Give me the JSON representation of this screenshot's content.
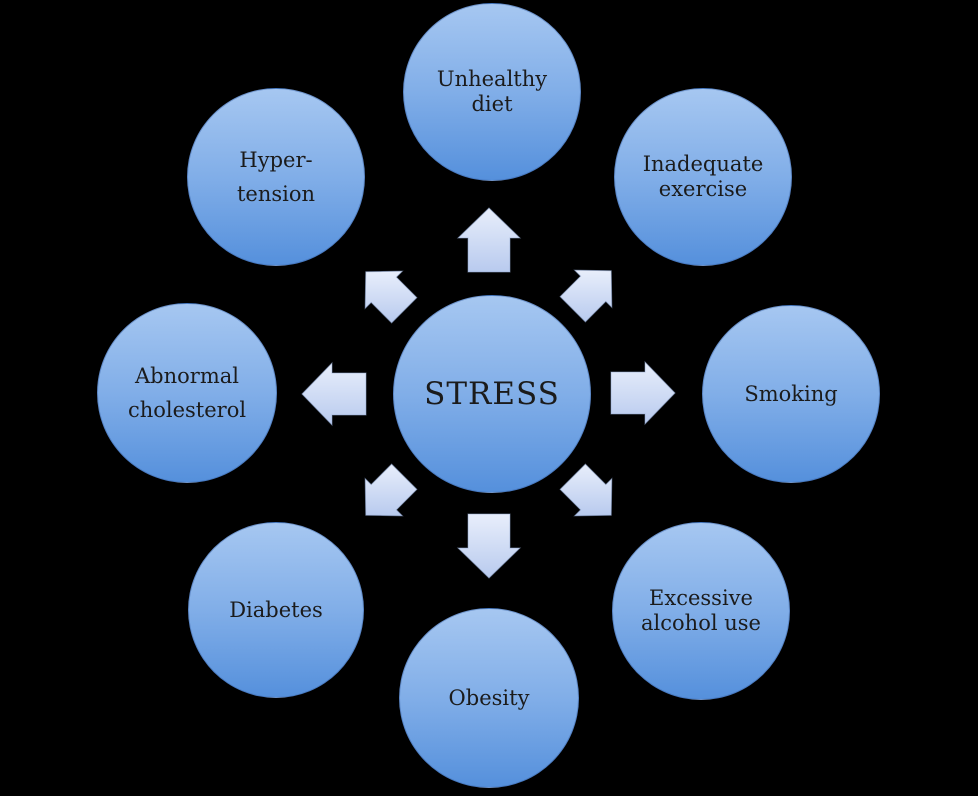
{
  "diagram": {
    "center": {
      "label": "STRESS"
    },
    "nodes": {
      "top": {
        "label": "Unhealthy\ndiet"
      },
      "top_right": {
        "label": "Inadequate\nexercise"
      },
      "right": {
        "label": "Smoking"
      },
      "bottom_right": {
        "label": "Excessive\nalcohol use"
      },
      "bottom": {
        "label": "Obesity"
      },
      "bottom_left": {
        "label": "Diabetes"
      },
      "left": {
        "label": "Abnormal\ncholesterol"
      },
      "top_left": {
        "label": "Hyper-\ntension"
      }
    },
    "arrows": [
      {
        "icon": "arrow-up-icon",
        "direction": "up"
      },
      {
        "icon": "arrow-up-right-icon",
        "direction": "up-right"
      },
      {
        "icon": "arrow-right-icon",
        "direction": "right"
      },
      {
        "icon": "arrow-down-right-icon",
        "direction": "down-right"
      },
      {
        "icon": "arrow-down-icon",
        "direction": "down"
      },
      {
        "icon": "arrow-down-left-icon",
        "direction": "down-left"
      },
      {
        "icon": "arrow-left-icon",
        "direction": "left"
      },
      {
        "icon": "arrow-up-left-icon",
        "direction": "up-left"
      }
    ],
    "colors": {
      "background": "#000000",
      "node_gradient_top": "#a6c7f1",
      "node_gradient_bottom": "#5590dc",
      "arrow_gradient_top": "#e8eefb",
      "arrow_gradient_bottom": "#b8caee",
      "arrow_border": "#90a5cd",
      "text": "#1b1b1b"
    }
  }
}
